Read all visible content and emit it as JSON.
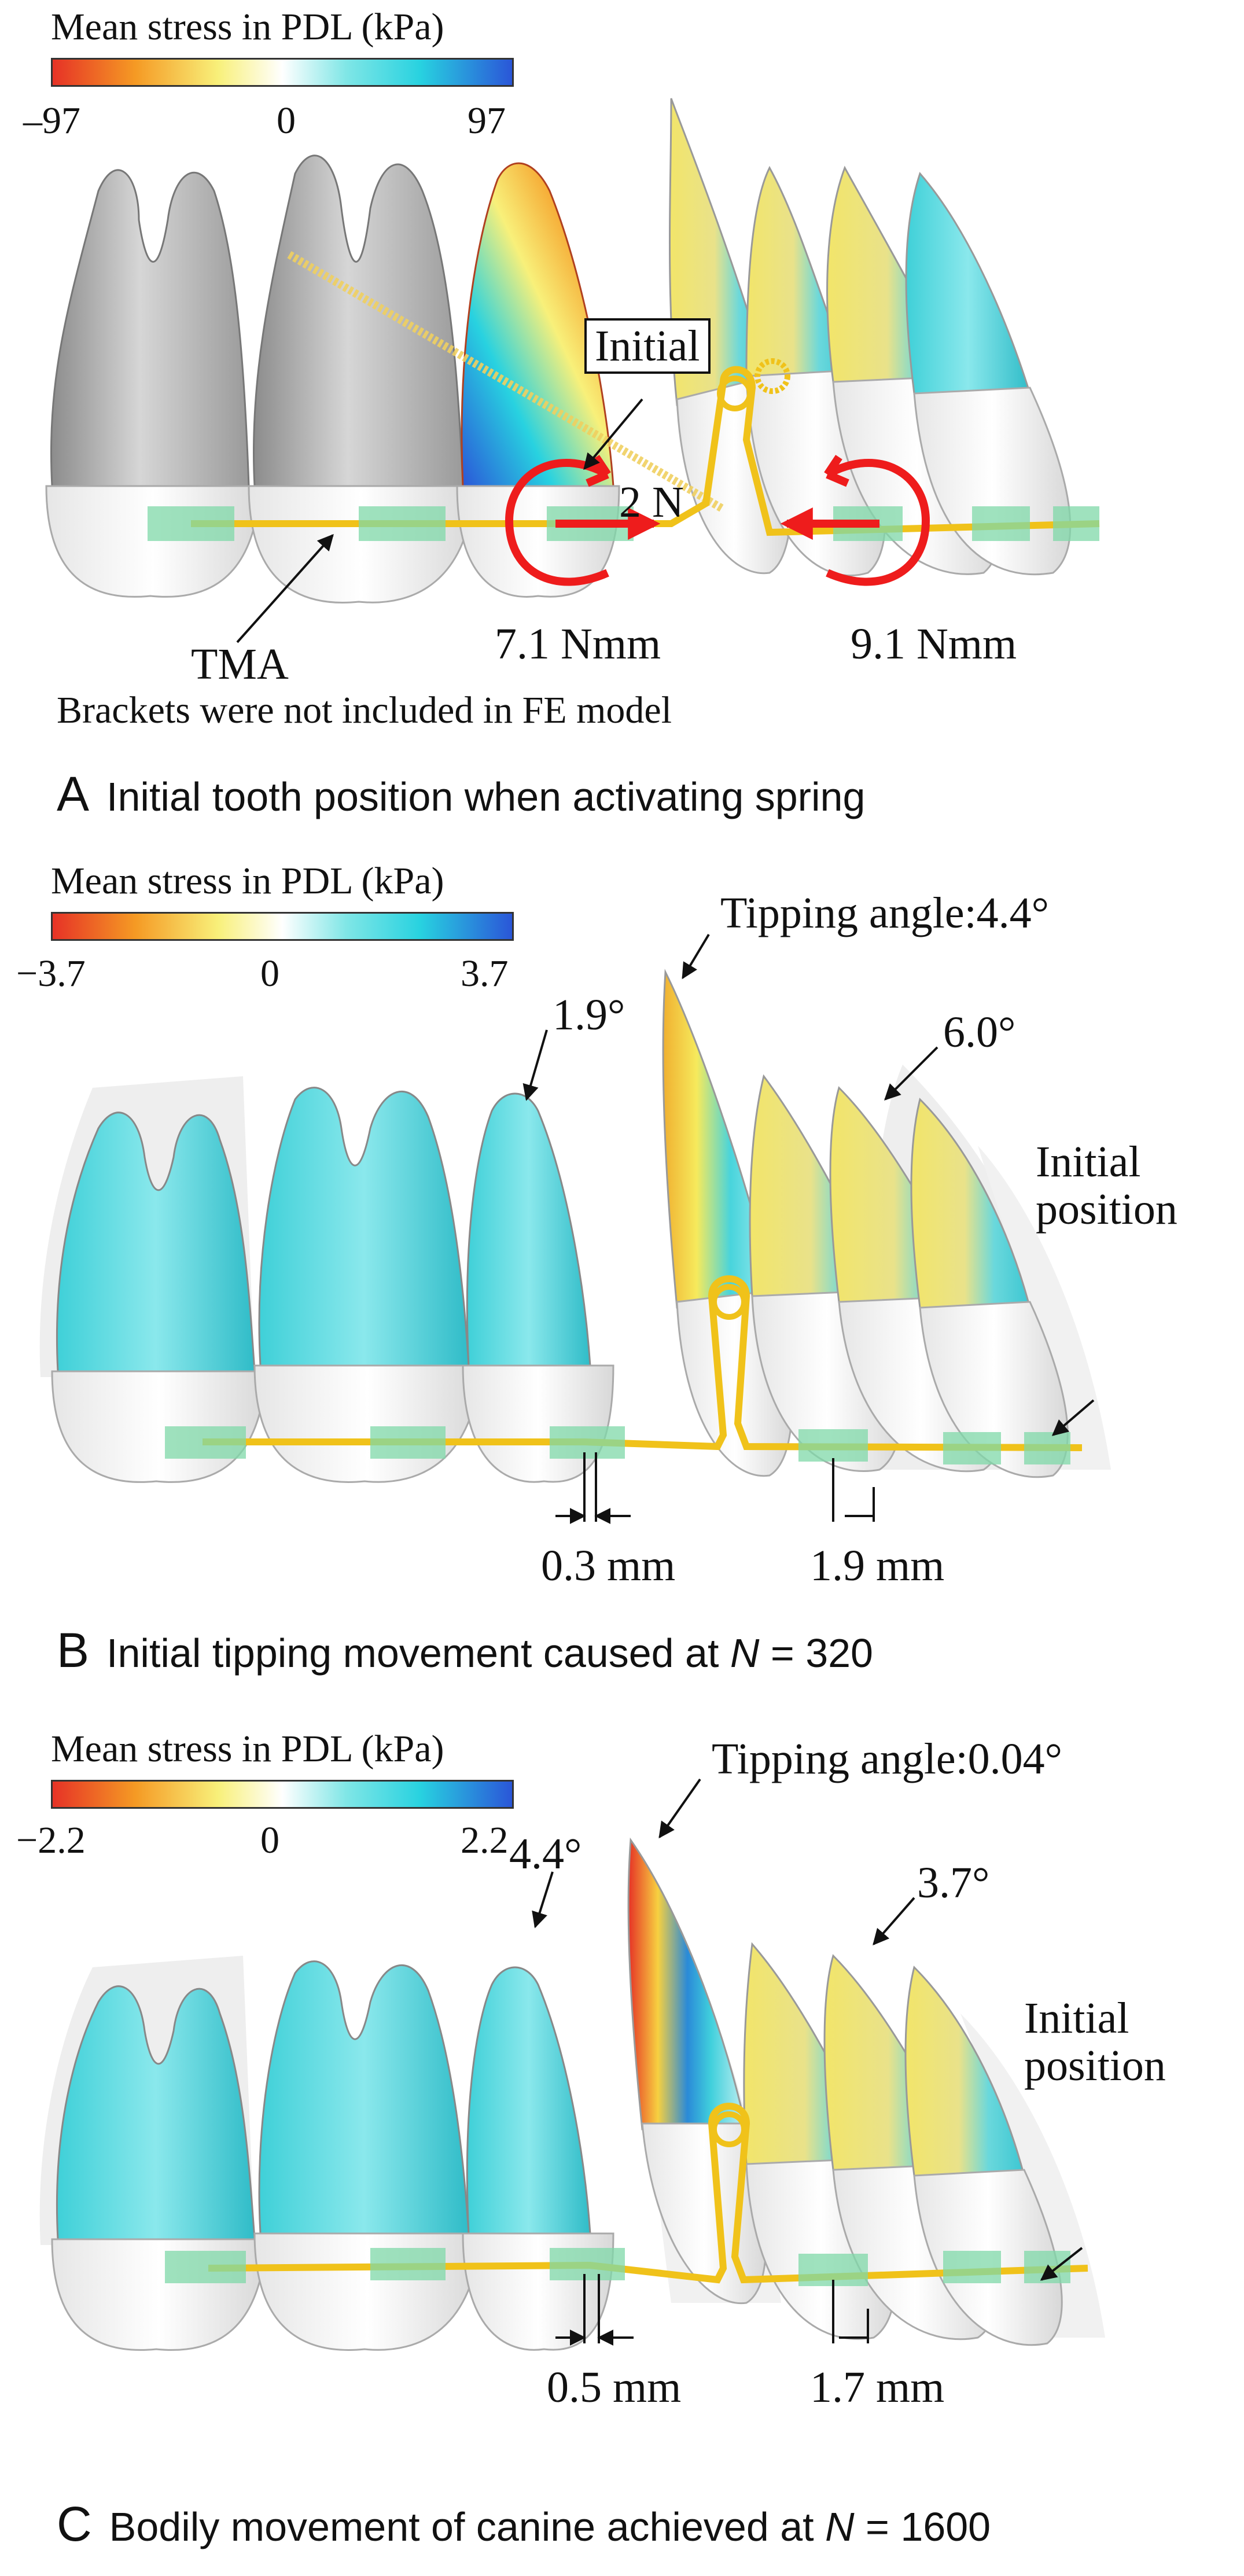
{
  "figure": {
    "colorbar_title": "Mean stress in PDL (kPa)",
    "colors": {
      "stress_negative": "#e63226",
      "stress_low_negative": "#f8f07a",
      "stress_zero": "#ffffff",
      "stress_low_positive": "#28d2e0",
      "stress_positive": "#2a56d8",
      "wire": "#f0c21a",
      "bracket": "#7fd8a8",
      "force_arrow": "#ee1c1c",
      "tooth_gray": "#b8b8b8"
    }
  },
  "panels": {
    "a": {
      "letter": "A",
      "caption": "Initial tooth position when activating spring",
      "cb_min": "–97",
      "cb_zero": "0",
      "cb_max": "97",
      "initial_label": "Initial",
      "force_label": "2 N",
      "moment_left": "7.1 Nmm",
      "moment_right": "9.1 Nmm",
      "wire_label": "TMA",
      "note": "Brackets were not included in FE model"
    },
    "b": {
      "letter": "B",
      "caption_prefix": "Initial tipping movement caused at ",
      "caption_var": "N",
      "caption_value": " = 320",
      "cb_min": "−3.7",
      "cb_zero": "0",
      "cb_max": "3.7",
      "tip_label": "Tipping angle:4.4°",
      "angle_left": "1.9°",
      "angle_right": "6.0°",
      "initial_line1": "Initial",
      "initial_line2": "position",
      "dist_left": "0.3 mm",
      "dist_right": "1.9 mm"
    },
    "c": {
      "letter": "C",
      "caption_prefix": "Bodily movement of canine achieved at ",
      "caption_var": "N",
      "caption_value": " = 1600",
      "cb_min": "−2.2",
      "cb_zero": "0",
      "cb_max": "2.2",
      "tip_label": "Tipping angle:0.04°",
      "angle_left": "4.4°",
      "angle_right": "3.7°",
      "initial_line1": "Initial",
      "initial_line2": "position",
      "dist_left": "0.5 mm",
      "dist_right": "1.7 mm"
    }
  }
}
